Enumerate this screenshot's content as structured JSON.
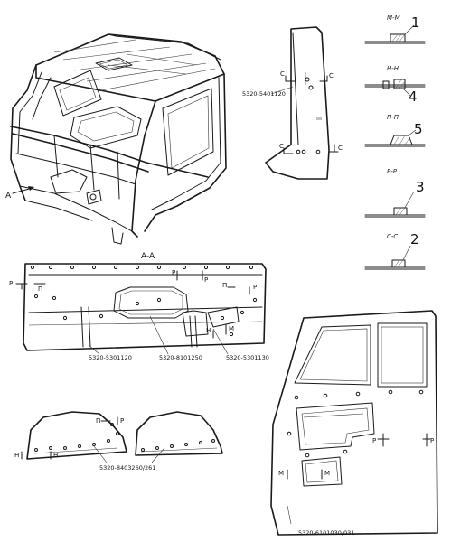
{
  "cab_view": {
    "view_label": "A-A",
    "arrow_label": "A"
  },
  "part_numbers": {
    "back_panel": "5320-5401120",
    "floor_left": "5320-5301120",
    "floor_center": "5320-8101250",
    "floor_right": "5320-5301130",
    "wheel_arch": "5320-8403260/261",
    "door": "5320-6101030/031"
  },
  "sections": [
    {
      "name": "М-М",
      "callout": "1"
    },
    {
      "name": "Н-Н",
      "callout": "4"
    },
    {
      "name": "П-П",
      "callout": "5"
    },
    {
      "name": "Р-Р",
      "callout": "3"
    },
    {
      "name": "С-С",
      "callout": "2"
    }
  ],
  "cut_marks": {
    "c": "С",
    "p": "Р",
    "pi": "П",
    "m": "М",
    "n": "Н"
  }
}
